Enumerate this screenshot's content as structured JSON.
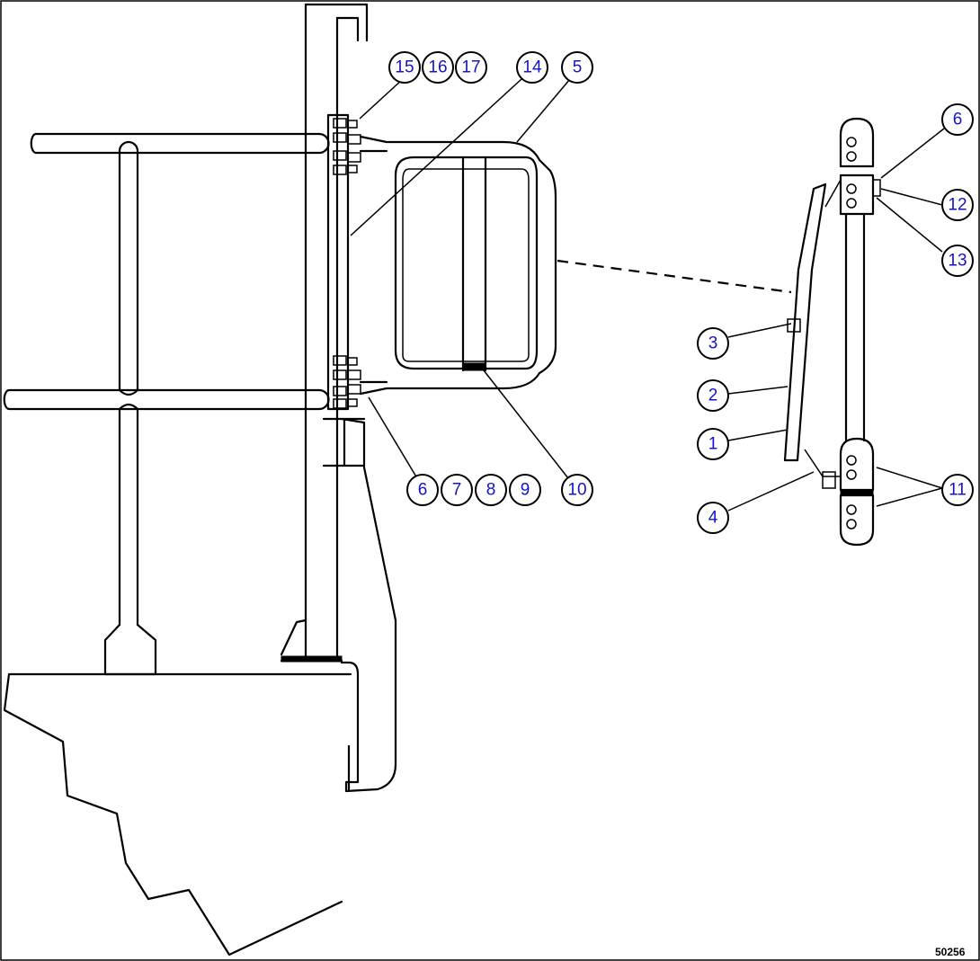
{
  "figure_id": "50256",
  "callouts": {
    "c15": "15",
    "c16": "16",
    "c17": "17",
    "c14": "14",
    "c5": "5",
    "c6a": "6",
    "c7": "7",
    "c8": "8",
    "c9": "9",
    "c10": "10",
    "c6b": "6",
    "c12": "12",
    "c13": "13",
    "c3": "3",
    "c2": "2",
    "c1": "1",
    "c4": "4",
    "c11": "11"
  },
  "colors": {
    "callout_text": "#1414c8",
    "line": "#000000",
    "background": "#ffffff"
  }
}
